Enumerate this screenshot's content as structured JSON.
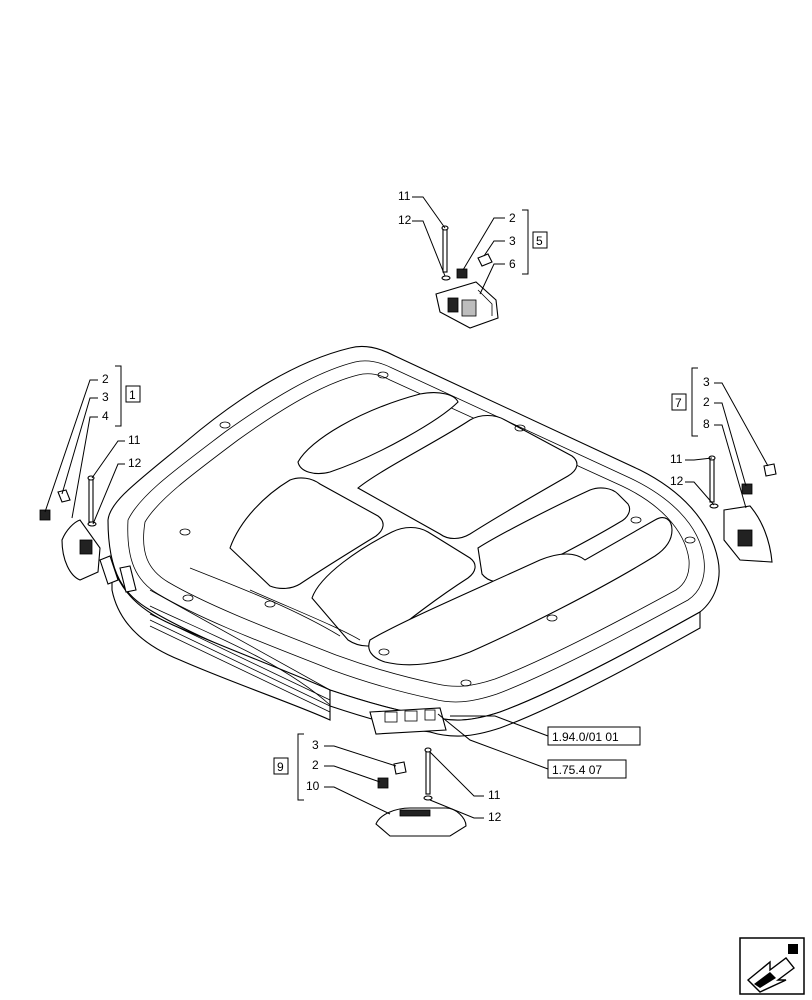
{
  "callouts": {
    "top_11": "11",
    "top_12": "12",
    "top_2": "2",
    "top_3": "3",
    "top_6": "6",
    "top_group": "5",
    "left_2": "2",
    "left_3": "3",
    "left_4": "4",
    "left_group": "1",
    "left_11": "11",
    "left_12": "12",
    "right_3": "3",
    "right_2": "2",
    "right_8": "8",
    "right_group": "7",
    "right_11": "11",
    "right_12": "12",
    "bottom_3": "3",
    "bottom_2": "2",
    "bottom_10": "10",
    "bottom_group": "9",
    "bottom_11": "11",
    "bottom_12": "12"
  },
  "references": {
    "ref_1": "1.94.0/01 01",
    "ref_2": "1.75.4 07"
  },
  "icons": {
    "corner": "navigation-arrow-icon"
  }
}
